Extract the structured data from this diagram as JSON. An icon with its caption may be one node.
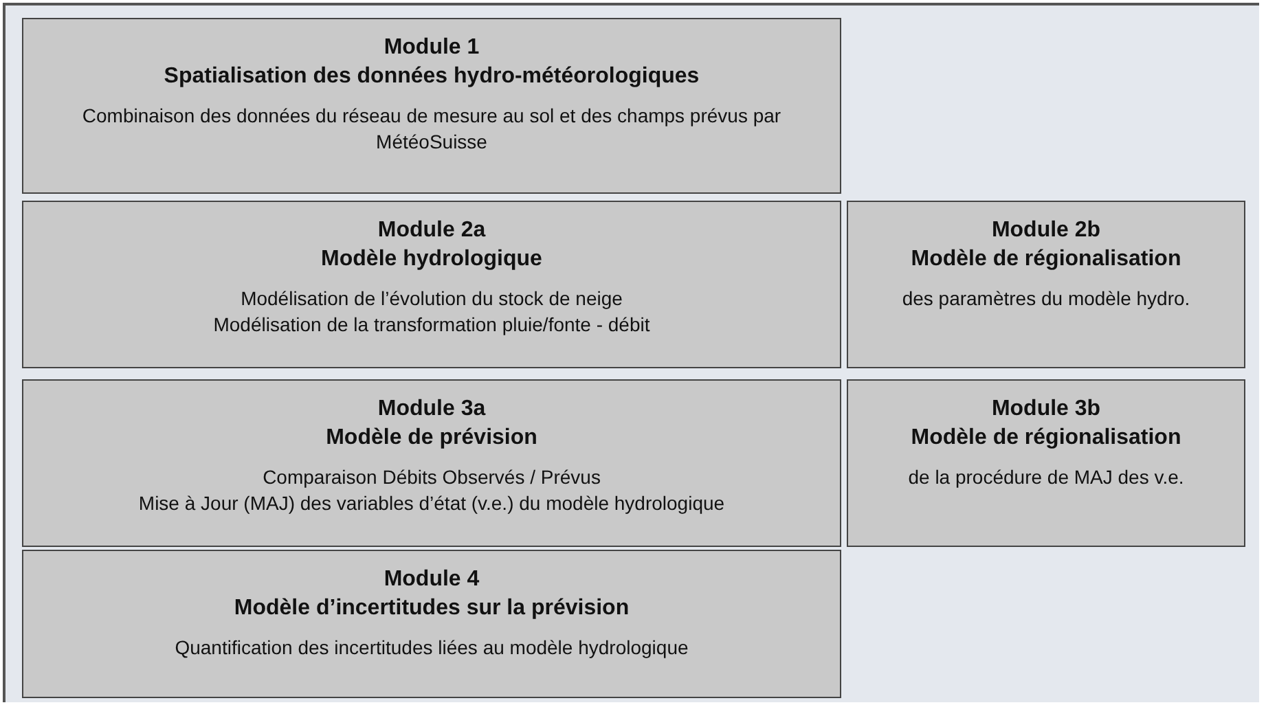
{
  "diagram": {
    "nodes": [
      {
        "text": [
          "Module 1",
          "Spatialisation des données hydro-météorologiques",
          "Combinaison des données du réseau de mesure au sol et des champs prévus par MétéoSuisse"
        ]
      },
      {
        "text": [
          "Module 2a",
          "Modèle hydrologique",
          "Modélisation de l’évolution du stock de neige",
          "Modélisation de la transformation pluie/fonte - débit"
        ]
      },
      {
        "text": [
          "Module 2b",
          "Modèle de régionalisation",
          "des paramètres du modèle hydro."
        ]
      },
      {
        "text": [
          "Module 3a",
          "Modèle de prévision",
          "Comparaison Débits Observés / Prévus",
          "Mise à Jour (MAJ) des variables d’état (v.e.) du modèle hydrologique"
        ]
      },
      {
        "text": [
          "Module 3b",
          "Modèle de régionalisation",
          "de la procédure de MAJ des v.e."
        ]
      },
      {
        "text": [
          "Module 4",
          "Modèle d’incertitudes sur la prévision",
          "Quantification des incertitudes liées au modèle hydrologique"
        ]
      }
    ]
  }
}
